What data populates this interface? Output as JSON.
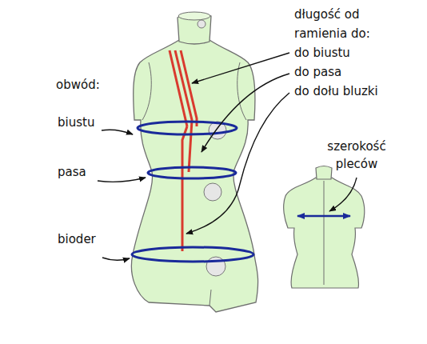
{
  "diagram": {
    "labels": [
      "długość od ramienia do:",
      "do biustu",
      "do pasa",
      "do dołu bluzki",
      "obwód:",
      "biustu",
      "pasa",
      "bioder",
      "szerokość pleców"
    ]
  }
}
